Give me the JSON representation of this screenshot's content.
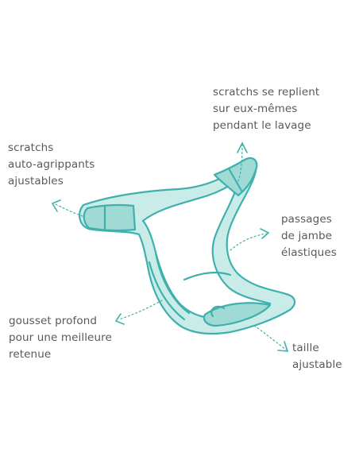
{
  "colors": {
    "accent": "#3fb0ac",
    "accent_fill": "#c9ece9",
    "accent_fill_dark": "#9fdad5",
    "text": "#555a5f"
  },
  "labels": {
    "fold_tabs": [
      "scratchs se replient",
      "sur eux-mêmes",
      "pendant le lavage"
    ],
    "adjustable_tabs": [
      "scratchs",
      "auto-agrippants",
      "ajustables"
    ],
    "leg_openings": [
      "passages",
      "de jambe",
      "élastiques"
    ],
    "gusset": [
      "gousset profond",
      "pour une meilleure",
      "retenue"
    ],
    "size": [
      "taille",
      "ajustable"
    ]
  },
  "icons": [
    "diaper-illustration",
    "arrow-icon"
  ]
}
